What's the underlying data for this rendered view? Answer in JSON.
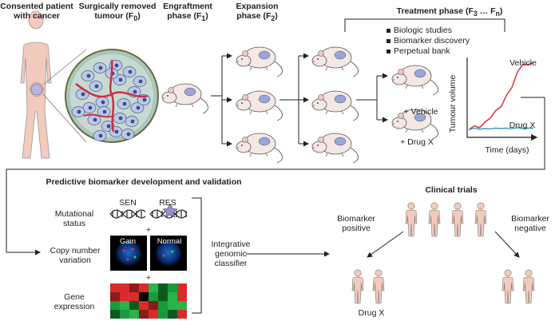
{
  "top": {
    "patient_label": "Consented patient\nwith cancer",
    "tumour_label": "Surgically removed\ntumour (F",
    "tumour_sub": "0",
    "engraftment_label": "Engraftment\nphase (F",
    "engraftment_sub": "1",
    "expansion_label": "Expansion\nphase (F",
    "expansion_sub": "2",
    "treatment_label": "Treatment phase (F",
    "treatment_sub1": "3",
    "treatment_mid": " … F",
    "treatment_sub2": "n",
    "bullets": [
      "Biologic studies",
      "Biomarker discovery",
      "Perpetual bank"
    ],
    "vehicle_label": "+ Vehicle",
    "drugx_label": "+ Drug X",
    "close_paren": ")"
  },
  "chart": {
    "ylabel": "Tumour volume",
    "xlabel": "Time (days)",
    "series_vehicle": "Vehicle",
    "series_drug": "Drug X",
    "colors": {
      "vehicle": "#d9262b",
      "drug": "#3a9fb5"
    }
  },
  "chart_data": {
    "type": "line",
    "xlabel": "Time (days)",
    "ylabel": "Tumour volume",
    "x": [
      0,
      1,
      2,
      3,
      4,
      5,
      6,
      7,
      8,
      9,
      10,
      11,
      12
    ],
    "series": [
      {
        "name": "Vehicle",
        "values": [
          2,
          3,
          2.5,
          4,
          5,
          7,
          8,
          11,
          13,
          17,
          19,
          19,
          19.5
        ]
      },
      {
        "name": "Drug X",
        "values": [
          2,
          2.4,
          2.1,
          2.3,
          2.2,
          2.4,
          2.3,
          2.4,
          2.2,
          2.5,
          2.3,
          2.4,
          2.4
        ]
      }
    ]
  },
  "bottom": {
    "predictive_title": "Predictive biomarker development and validation",
    "mutational_label": "Mutational\nstatus",
    "sen_label": "SEN",
    "res_label": "RES",
    "plus1": "+",
    "copy_label": "Copy number\nvariation",
    "gain_label": "Gain",
    "normal_label": "Normal",
    "plus2": "+",
    "gene_label": "Gene\nexpression",
    "integrative_label": "Integrative\ngenomic\nclassifier",
    "clinical_title": "Clinical trials",
    "positive_label": "Biomarker\npositive",
    "negative_label": "Biomarker\nnegative",
    "drugx_bottom": "Drug X"
  },
  "heatmap": {
    "colors": [
      "#d92b2b",
      "#8b1a1a",
      "#1a9a3a",
      "#2bb24a",
      "#0d5a1e",
      "#000000"
    ]
  }
}
